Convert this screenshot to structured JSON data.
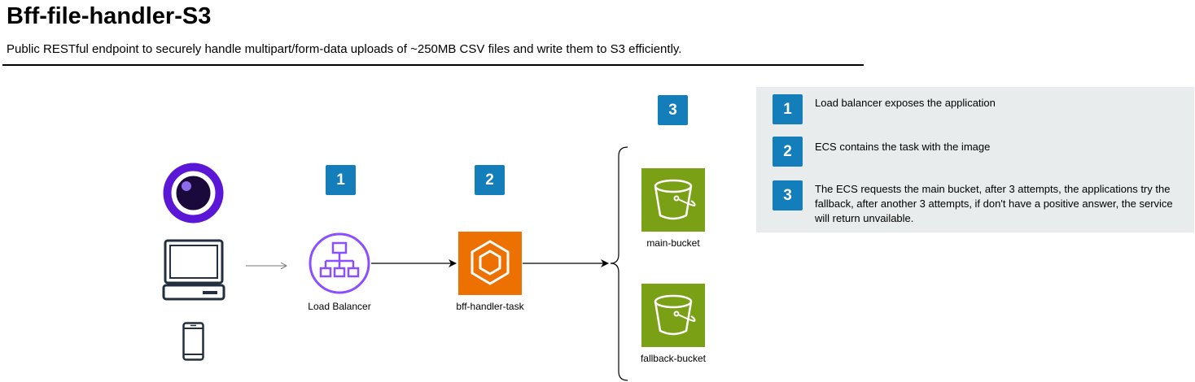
{
  "header": {
    "title": "Bff-file-handler-S3",
    "subtitle": "Public RESTful endpoint to securely handle multipart/form-data uploads of ~250MB CSV files and write them to S3 efficiently."
  },
  "clients": {
    "icons": [
      "app-logo-icon",
      "desktop-computer-icon",
      "mobile-phone-icon"
    ]
  },
  "nodes": {
    "load_balancer": {
      "label": "Load Balancer",
      "badge": "1",
      "color": "#8C4FFF"
    },
    "ecs_task": {
      "label": "bff-handler-task",
      "badge": "2",
      "color": "#ED7100"
    },
    "main_bucket": {
      "label": "main-bucket",
      "color": "#7AA116"
    },
    "fallback_bucket": {
      "label": "fallback-bucket",
      "color": "#7AA116"
    },
    "buckets_badge": "3"
  },
  "legend": {
    "items": [
      {
        "badge": "1",
        "text": "Load balancer exposes the application"
      },
      {
        "badge": "2",
        "text": "ECS contains the task with the image"
      },
      {
        "badge": "3",
        "text": "The ECS requests the main bucket, after 3 attempts, the applications try the fallback, after another 3 attempts, if don't have a positive answer, the service will return unvailable."
      }
    ]
  },
  "colors": {
    "badge": "#147EBA",
    "legend_bg": "#E9ECEC"
  }
}
